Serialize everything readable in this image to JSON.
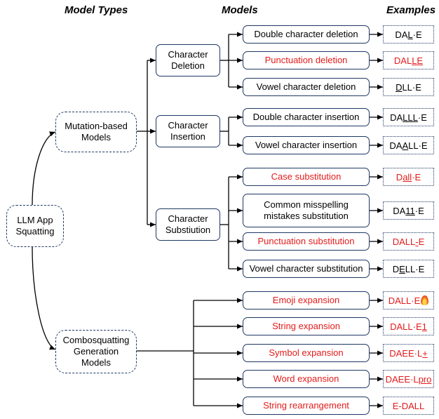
{
  "headers": {
    "model_types": "Model Types",
    "models": "Models",
    "examples": "Examples"
  },
  "root": "LLM App\nSquatting",
  "types": {
    "mutation": "Mutation-based\nModels",
    "combo": "Combosquatting\nGeneration\nModels"
  },
  "categories": {
    "deletion": "Character\nDeletion",
    "insertion": "Character\nInsertion",
    "substitution": "Character\nSubstiution"
  },
  "models": [
    {
      "id": "double-deletion",
      "label": "Double character deletion",
      "red": false
    },
    {
      "id": "punctuation-deletion",
      "label": "Punctuation deletion",
      "red": true
    },
    {
      "id": "vowel-deletion",
      "label": "Vowel character deletion",
      "red": false
    },
    {
      "id": "double-insertion",
      "label": "Double character insertion",
      "red": false
    },
    {
      "id": "vowel-insertion",
      "label": "Vowel character insertion",
      "red": false
    },
    {
      "id": "case-substitution",
      "label": "Case substitution",
      "red": true
    },
    {
      "id": "misspelling-substitution",
      "label": "Common misspelling\nmistakes substitution",
      "red": false
    },
    {
      "id": "punctuation-substitution",
      "label": "Punctuation substitution",
      "red": true
    },
    {
      "id": "vowel-substitution",
      "label": "Vowel character substitution",
      "red": false
    },
    {
      "id": "emoji-expansion",
      "label": "Emoji expansion",
      "red": true
    },
    {
      "id": "string-expansion",
      "label": "String expansion",
      "red": true
    },
    {
      "id": "symbol-expansion",
      "label": "Symbol expansion",
      "red": true
    },
    {
      "id": "word-expansion",
      "label": "Word expansion",
      "red": true
    },
    {
      "id": "string-rearrangement",
      "label": "String rearrangement",
      "red": true
    }
  ],
  "examples": [
    {
      "parts": [
        [
          "DA",
          false
        ],
        [
          "L",
          true
        ],
        [
          "·E",
          false
        ]
      ],
      "red": false
    },
    {
      "parts": [
        [
          "DAL",
          false
        ],
        [
          "LE",
          true
        ]
      ],
      "red": true
    },
    {
      "parts": [
        [
          "D",
          true
        ],
        [
          "LL·E",
          false
        ]
      ],
      "red": false
    },
    {
      "parts": [
        [
          "DA",
          false
        ],
        [
          "LLL",
          true
        ],
        [
          "·E",
          false
        ]
      ],
      "red": false
    },
    {
      "parts": [
        [
          "DA",
          false
        ],
        [
          "A",
          true
        ],
        [
          "LL·E",
          false
        ]
      ],
      "red": false
    },
    {
      "parts": [
        [
          "D",
          false
        ],
        [
          "all",
          true
        ],
        [
          "·E",
          false
        ]
      ],
      "red": true
    },
    {
      "parts": [
        [
          "DA",
          false
        ],
        [
          "11",
          true
        ],
        [
          "·E",
          false
        ]
      ],
      "red": false
    },
    {
      "parts": [
        [
          "DALL",
          false
        ],
        [
          "-",
          true
        ],
        [
          "E",
          false
        ]
      ],
      "red": true
    },
    {
      "parts": [
        [
          "D",
          false
        ],
        [
          "E",
          true
        ],
        [
          "LL·E",
          false
        ]
      ],
      "red": false
    },
    {
      "parts": [
        [
          "DALL·E",
          false
        ]
      ],
      "red": true,
      "emoji": "fire"
    },
    {
      "parts": [
        [
          "DALL·E",
          false
        ],
        [
          "1",
          true
        ]
      ],
      "red": true
    },
    {
      "parts": [
        [
          "DAEE·L",
          false
        ],
        [
          "+",
          true
        ]
      ],
      "red": true
    },
    {
      "parts": [
        [
          "DAEE·L ",
          false
        ],
        [
          "pro",
          true
        ]
      ],
      "red": true
    },
    {
      "parts": [
        [
          "E-DALL",
          false
        ]
      ],
      "red": true
    }
  ]
}
